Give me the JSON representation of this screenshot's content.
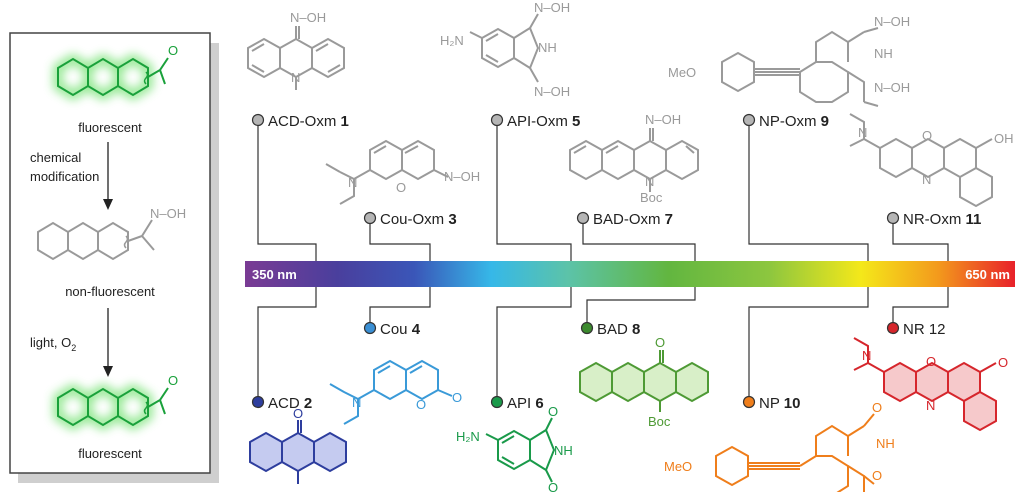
{
  "panel": {
    "state_top": "fluorescent",
    "step1": [
      "chemical",
      "modification"
    ],
    "state_mid": "non-fluorescent",
    "step2": "light, O",
    "step2_sub": "2",
    "state_bottom": "fluorescent"
  },
  "scale": {
    "min_label": "350 nm",
    "max_label": "650 nm"
  },
  "probes": [
    {
      "label": "ACD-Oxm ",
      "num": "1",
      "color": "#b5b5b5"
    },
    {
      "label": "Cou-Oxm ",
      "num": "3",
      "color": "#b5b5b5"
    },
    {
      "label": "API-Oxm ",
      "num": "5",
      "color": "#b5b5b5"
    },
    {
      "label": "BAD-Oxm ",
      "num": "7",
      "color": "#b5b5b5"
    },
    {
      "label": "NP-Oxm ",
      "num": "9",
      "color": "#b5b5b5"
    },
    {
      "label": "NR-Oxm ",
      "num": "11",
      "color": "#b5b5b5"
    }
  ],
  "products": [
    {
      "label": "ACD ",
      "num": "2",
      "color": "#2e3e9e"
    },
    {
      "label": "Cou ",
      "num": "4",
      "color": "#3a8fd4"
    },
    {
      "label": "API ",
      "num": "6",
      "color": "#1a9a4a"
    },
    {
      "label": "BAD ",
      "num": "8",
      "color": "#3c8a2e"
    },
    {
      "label": "NP ",
      "num": "10",
      "color": "#ef7e1b"
    },
    {
      "label": "NR 12",
      "num": "",
      "color": "#d6262c"
    }
  ],
  "atoms": {
    "oh": "N–OH",
    "oh_short": "OH",
    "h2n": "H₂N",
    "nh": "NH",
    "n": "N",
    "o": "O",
    "boc": "Boc",
    "meo": "MeO"
  },
  "colors": {
    "fluor_green": "#1aa13b",
    "nonfluor_grey": "#9a9a9a",
    "acd": "#3b4aa8",
    "cou": "#3a9ad8",
    "api": "#1a9a4a",
    "bad": "#4e9a35",
    "np": "#ef7e1b",
    "nr": "#d6262c"
  }
}
